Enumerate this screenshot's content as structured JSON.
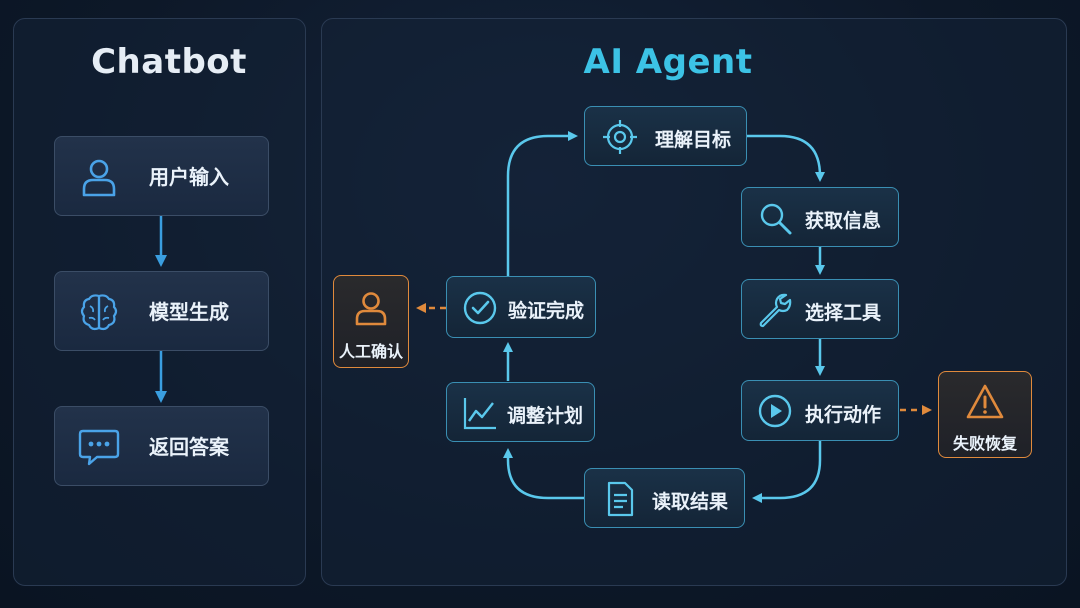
{
  "chatbot": {
    "title": "Chatbot",
    "steps": [
      {
        "label": "用户输入",
        "icon": "user-icon"
      },
      {
        "label": "模型生成",
        "icon": "brain-icon"
      },
      {
        "label": "返回答案",
        "icon": "chat-bubble-icon"
      }
    ]
  },
  "agent": {
    "title": "AI Agent",
    "loop": [
      {
        "label": "理解目标",
        "icon": "target-icon"
      },
      {
        "label": "获取信息",
        "icon": "search-icon"
      },
      {
        "label": "选择工具",
        "icon": "wrench-icon"
      },
      {
        "label": "执行动作",
        "icon": "play-icon"
      },
      {
        "label": "读取结果",
        "icon": "document-icon"
      },
      {
        "label": "调整计划",
        "icon": "line-chart-icon"
      },
      {
        "label": "验证完成",
        "icon": "check-circle-icon"
      }
    ],
    "side_nodes": {
      "human_confirm": {
        "label": "人工确认",
        "icon": "person-icon"
      },
      "failure_recovery": {
        "label": "失败恢复",
        "icon": "warning-icon"
      }
    }
  },
  "colors": {
    "accent": "#3cc3e6",
    "node_border": "#3a8fb3",
    "warning": "#e08a3c",
    "chatbot_icon": "#4aa3e8"
  }
}
